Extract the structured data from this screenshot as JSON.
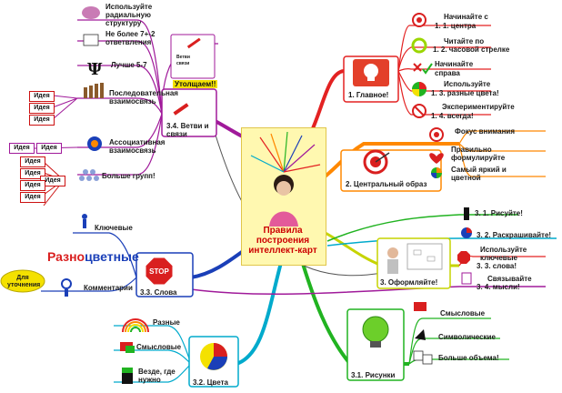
{
  "center": {
    "title": "Правила построения интеллект-карт"
  },
  "branches": {
    "main": {
      "label": "1. Главное!",
      "items": [
        "1. 1. центра",
        "Начинайте с",
        "Читайте по",
        "1. 2. часовой стрелке",
        "Начинайте",
        "справа",
        "Используйте",
        "1. 3. разные цвета!",
        "Экспериментируйте",
        "1. 4. всегда!"
      ]
    },
    "central_image": {
      "label": "2. Центральный образ",
      "items": [
        "Фокус внимания",
        "Правильно",
        "формулируйте",
        "Самый яркий и",
        "цветной"
      ]
    },
    "design": {
      "label": "3. Оформляйте!",
      "items": [
        "3. 1. Рисуйте!",
        "3. 2. Раскрашивайте!",
        "Используйте",
        "ключевые",
        "3. 3. слова!",
        "Связывайте",
        "3. 4. мысли!"
      ]
    },
    "drawings": {
      "label": "3.1. Рисунки",
      "items": [
        "Смысловые",
        "Символические",
        "Больше объема!"
      ]
    },
    "colors": {
      "label": "3.2. Цвета",
      "items": [
        "Разные",
        "Смысловые",
        "Везде, где",
        "нужно"
      ]
    },
    "words": {
      "label": "3.3. Слова",
      "items": [
        "Ключевые",
        "Комментарии",
        "Для уточнения"
      ],
      "razno_a": "Разно",
      "razno_b": "цветные"
    },
    "links": {
      "label": "3.4. Ветви и связи",
      "items": [
        "Утолщаем!!",
        "Ветви",
        "связи",
        "Используйте",
        "радиальную",
        "структуру",
        "Не более 7+-2",
        "ответвления",
        "Лучше 5-7",
        "Последовательная",
        "взаимосвязь",
        "Ассоциативная",
        "взаимосвязь",
        "Больше групп!"
      ]
    }
  },
  "idea_label": "Идея",
  "colors": {
    "red": "#e32222",
    "orange": "#ff8800",
    "green": "#21b321",
    "cyan": "#00aacc",
    "blue": "#1a3fb8",
    "purple": "#a01a9a",
    "magenta": "#c0159a",
    "yellow": "#f4e100"
  }
}
